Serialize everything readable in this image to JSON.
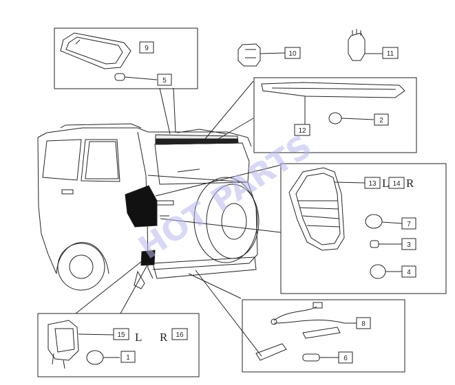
{
  "watermark": "HOT PARTS",
  "callouts": [
    "1",
    "2",
    "3",
    "4",
    "5",
    "6",
    "7",
    "8",
    "9",
    "10",
    "11",
    "12",
    "13",
    "14",
    "15",
    "16"
  ],
  "side_labels": {
    "left": "L",
    "right": "R"
  },
  "colors": {
    "line": "#222222",
    "watermark": "#b9b9f0",
    "box_fill": "#ffffff"
  },
  "icons": [
    "tail-lamp-assembly-icon",
    "bulb-icon",
    "high-mount-stop-lamp-icon",
    "bulb-socket-icon",
    "license-lamp-icon",
    "fog-lamp-icon",
    "courtesy-lamp-icon"
  ]
}
